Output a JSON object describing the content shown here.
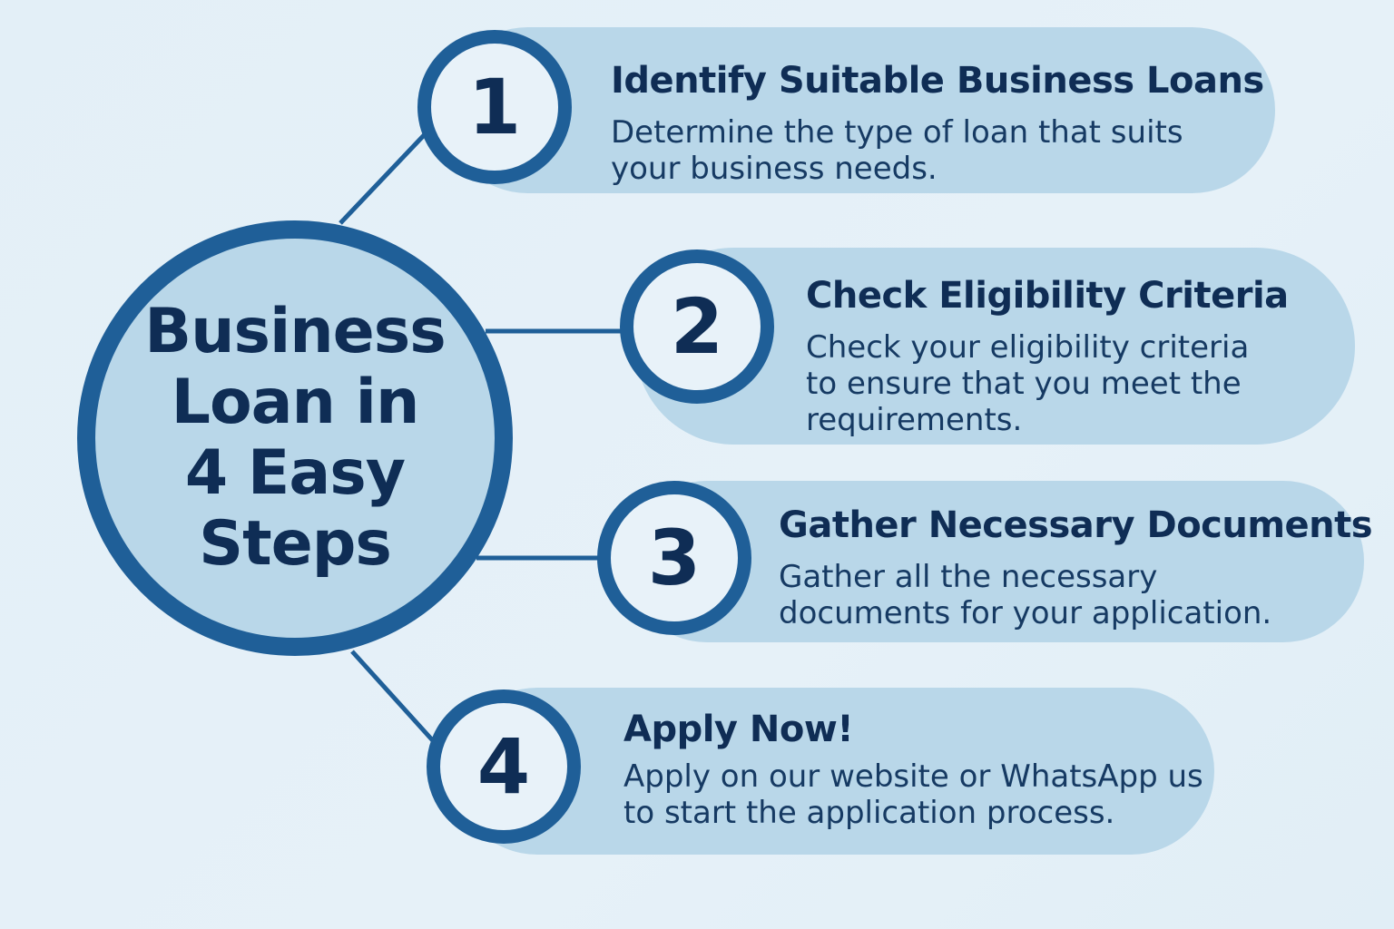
{
  "hub": {
    "title": "Business Loan in 4 Easy Steps"
  },
  "steps": [
    {
      "number": "1",
      "title": "Identify Suitable Business Loans",
      "description": "Determine the type of loan that suits your business needs."
    },
    {
      "number": "2",
      "title": "Check Eligibility Criteria",
      "description": "Check your eligibility criteria to ensure that you meet the requirements."
    },
    {
      "number": "3",
      "title": "Gather Necessary Documents",
      "description": "Gather all the necessary documents for your application."
    },
    {
      "number": "4",
      "title": "Apply Now!",
      "description": "Apply on our website or WhatsApp us to start the application process."
    }
  ],
  "colors": {
    "background": "#e3eff7",
    "pill": "#b9d7e9",
    "accent": "#1f5f98",
    "text": "#0f2d55"
  }
}
